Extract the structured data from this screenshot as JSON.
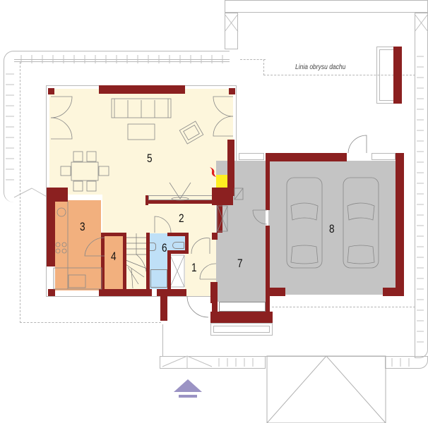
{
  "plan": {
    "roof_outline_label": "Linia obrysu dachu",
    "entrance_indicator": "entrance-arrow-icon",
    "colors": {
      "wall": "#8b2020",
      "living_floor": "#fdf6dc",
      "kitchen_floor": "#f2b07e",
      "bathroom_floor": "#bfe0f7",
      "garage_floor": "#c4c4c4",
      "fireplace": "#ffee22",
      "flame": "#e02020",
      "entrance_arrow": "#9b93c4",
      "outline": "#b8b8b8"
    },
    "rooms": [
      {
        "number": "1",
        "type": "hall"
      },
      {
        "number": "2",
        "type": "corridor"
      },
      {
        "number": "3",
        "type": "kitchen"
      },
      {
        "number": "4",
        "type": "pantry"
      },
      {
        "number": "5",
        "type": "living-dining room"
      },
      {
        "number": "6",
        "type": "bathroom"
      },
      {
        "number": "7",
        "type": "utility room"
      },
      {
        "number": "8",
        "type": "double garage"
      }
    ]
  }
}
